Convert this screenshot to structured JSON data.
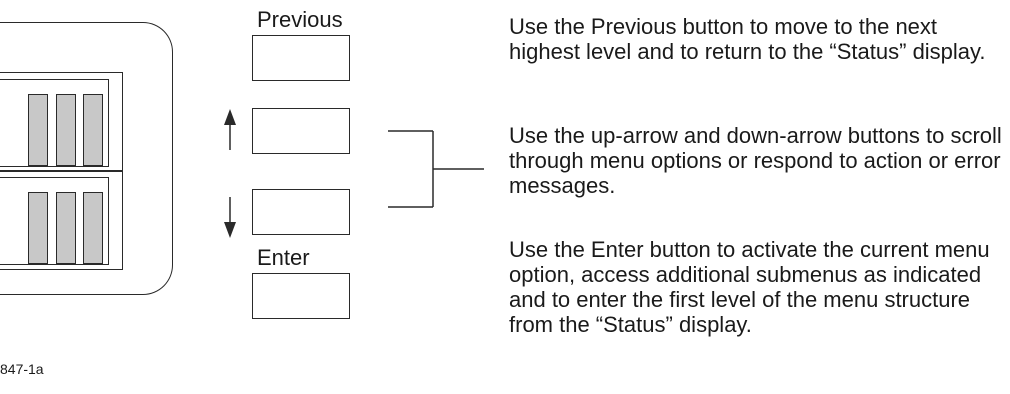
{
  "buttons": {
    "previous_label": "Previous",
    "enter_label": "Enter"
  },
  "descriptions": {
    "previous": "Use the Previous button to move to the next highest level and to return to the “Status” display.",
    "arrows": "Use the up-arrow and down-arrow buttons to scroll through menu options or respond to action or error messages.",
    "enter": "Use the Enter button to activate the current menu option, access additional submenus as indicated and to enter the first level of the menu structure from the “Status” display."
  },
  "figure_id": "847-1a",
  "colors": {
    "line": "#2a2a2a",
    "segment_fill": "#c8c8c8",
    "text": "#1a1a1a"
  }
}
